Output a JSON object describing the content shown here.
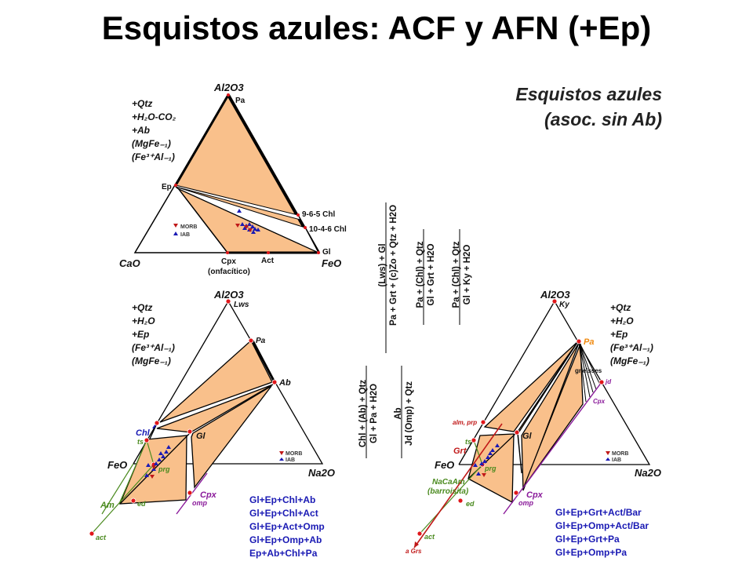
{
  "title": "Esquistos azules: ACF y AFN (+Ep)",
  "subtitle": [
    "Esquistos azules",
    "(asoc. sin Ab)"
  ],
  "colors": {
    "field": "#f9c08b",
    "point": "#e0161a",
    "assemblage_text": "#1a1ab4",
    "amphibole": "#4a8a1e",
    "garnet": "#c01818",
    "cpx": "#8a1a9a"
  },
  "acf": {
    "apex": "Al2O3",
    "left": "CaO",
    "right": "FeO",
    "conditions": [
      "+Qtz",
      "+H₂O-CO₂",
      "+Ab",
      "(MgFe₋₁)",
      "(Fe³⁺Al₋₁)"
    ],
    "points": {
      "pa": "Pa",
      "ep": "Ep",
      "chl1": "9-6-5 Chl",
      "chl2": "10-4-6 Chl",
      "gl": "Gl",
      "cpx": "Cpx",
      "cpx_note": "(onfacítico)",
      "act": "Act"
    },
    "legend": [
      "MORB",
      "IAB"
    ]
  },
  "reactions": [
    {
      "reactants": "(Lws) + Gl",
      "products": "Pa + Grt + (c)Zo + Qtz + H2O"
    },
    {
      "reactants": "Pa + (Chl) + Qtz",
      "products": "Gl + Grt + H2O"
    },
    {
      "reactants": "Pa + (Chl) + Qtz",
      "products": "Gl + Ky + H2O"
    },
    {
      "reactants": "Chl + (Ab) + Qtz",
      "products": "Gl + Pa + H2O"
    },
    {
      "reactants": "Ab",
      "products": "Jd (Omp) + Qtz"
    }
  ],
  "afn_left": {
    "apex": "Al2O3",
    "left": "FeO",
    "right": "Na2O",
    "conditions": [
      "+Qtz",
      "+H₂O",
      "+Ep",
      "(Fe³⁺Al₋₁)",
      "(MgFe₋₁)"
    ],
    "points": {
      "lws": "Lws",
      "pa": "Pa",
      "ab": "Ab",
      "chl": "Chl",
      "gl": "Gl",
      "ts": "ts",
      "prg": "prg",
      "am": "Am",
      "ed": "ed",
      "act": "act",
      "cpx": "Cpx",
      "omp": "omp"
    },
    "legend": [
      "MORB",
      "IAB"
    ],
    "assemblages": [
      "Gl+Ep+Chl+Ab",
      "Gl+Ep+Chl+Act",
      "Gl+Ep+Act+Omp",
      "Gl+Ep+Omp+Ab",
      "Ep+Ab+Chl+Pa"
    ]
  },
  "afn_right": {
    "apex": "Al2O3",
    "left": "FeO",
    "right": "Na2O",
    "conditions": [
      "+Qtz",
      "+H₂O",
      "+Ep",
      "(Fe³⁺Al₋₁)",
      "(MgFe₋₁)"
    ],
    "points": {
      "ky": "Ky",
      "pa": "Pa",
      "gneisses": "gneisses",
      "jd": "jd",
      "cpx_top": "Cpx",
      "almprp": "alm, prp",
      "gl": "Gl",
      "ts": "ts",
      "grt": "Grt",
      "prg": "prg",
      "nacaam": "NaCaAm",
      "barroisita": "(barroisita)",
      "ed": "ed",
      "act": "act",
      "grs": "a Grs",
      "cpx": "Cpx",
      "omp": "omp"
    },
    "legend": [
      "MORB",
      "IAB"
    ],
    "assemblages": [
      "Gl+Ep+Grt+Act/Bar",
      "Gl+Ep+Omp+Act/Bar",
      "Gl+Ep+Grt+Pa",
      "Gl+Ep+Omp+Pa"
    ]
  }
}
